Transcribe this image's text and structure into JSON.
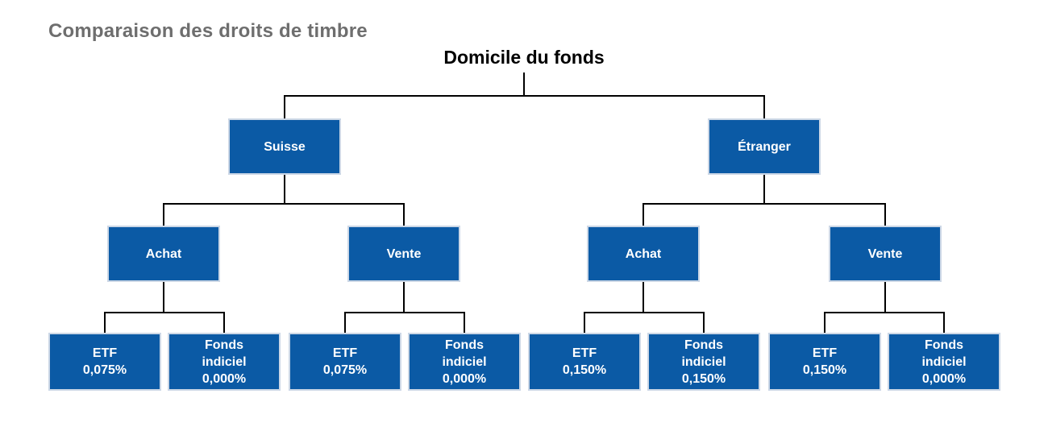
{
  "page_title": "Comparaison des droits de timbre",
  "root": {
    "label": "Domicile du fonds"
  },
  "colors": {
    "node_blue": "#0b5aa5",
    "node_border": "#ccd7e6",
    "connector_black": "#000000",
    "title_gray": "#6e6e6e",
    "node_text": "#ffffff"
  },
  "tree": {
    "branches": [
      {
        "label": "Suisse",
        "children": [
          {
            "label": "Achat",
            "leaves": [
              {
                "name": "ETF",
                "value": "0,075%"
              },
              {
                "name": "Fonds indiciel",
                "value": "0,000%"
              }
            ]
          },
          {
            "label": "Vente",
            "leaves": [
              {
                "name": "ETF",
                "value": "0,075%"
              },
              {
                "name": "Fonds indiciel",
                "value": "0,000%"
              }
            ]
          }
        ]
      },
      {
        "label": "Étranger",
        "children": [
          {
            "label": "Achat",
            "leaves": [
              {
                "name": "ETF",
                "value": "0,150%"
              },
              {
                "name": "Fonds indiciel",
                "value": "0,150%"
              }
            ]
          },
          {
            "label": "Vente",
            "leaves": [
              {
                "name": "ETF",
                "value": "0,150%"
              },
              {
                "name": "Fonds indiciel",
                "value": "0,000%"
              }
            ]
          }
        ]
      }
    ]
  }
}
